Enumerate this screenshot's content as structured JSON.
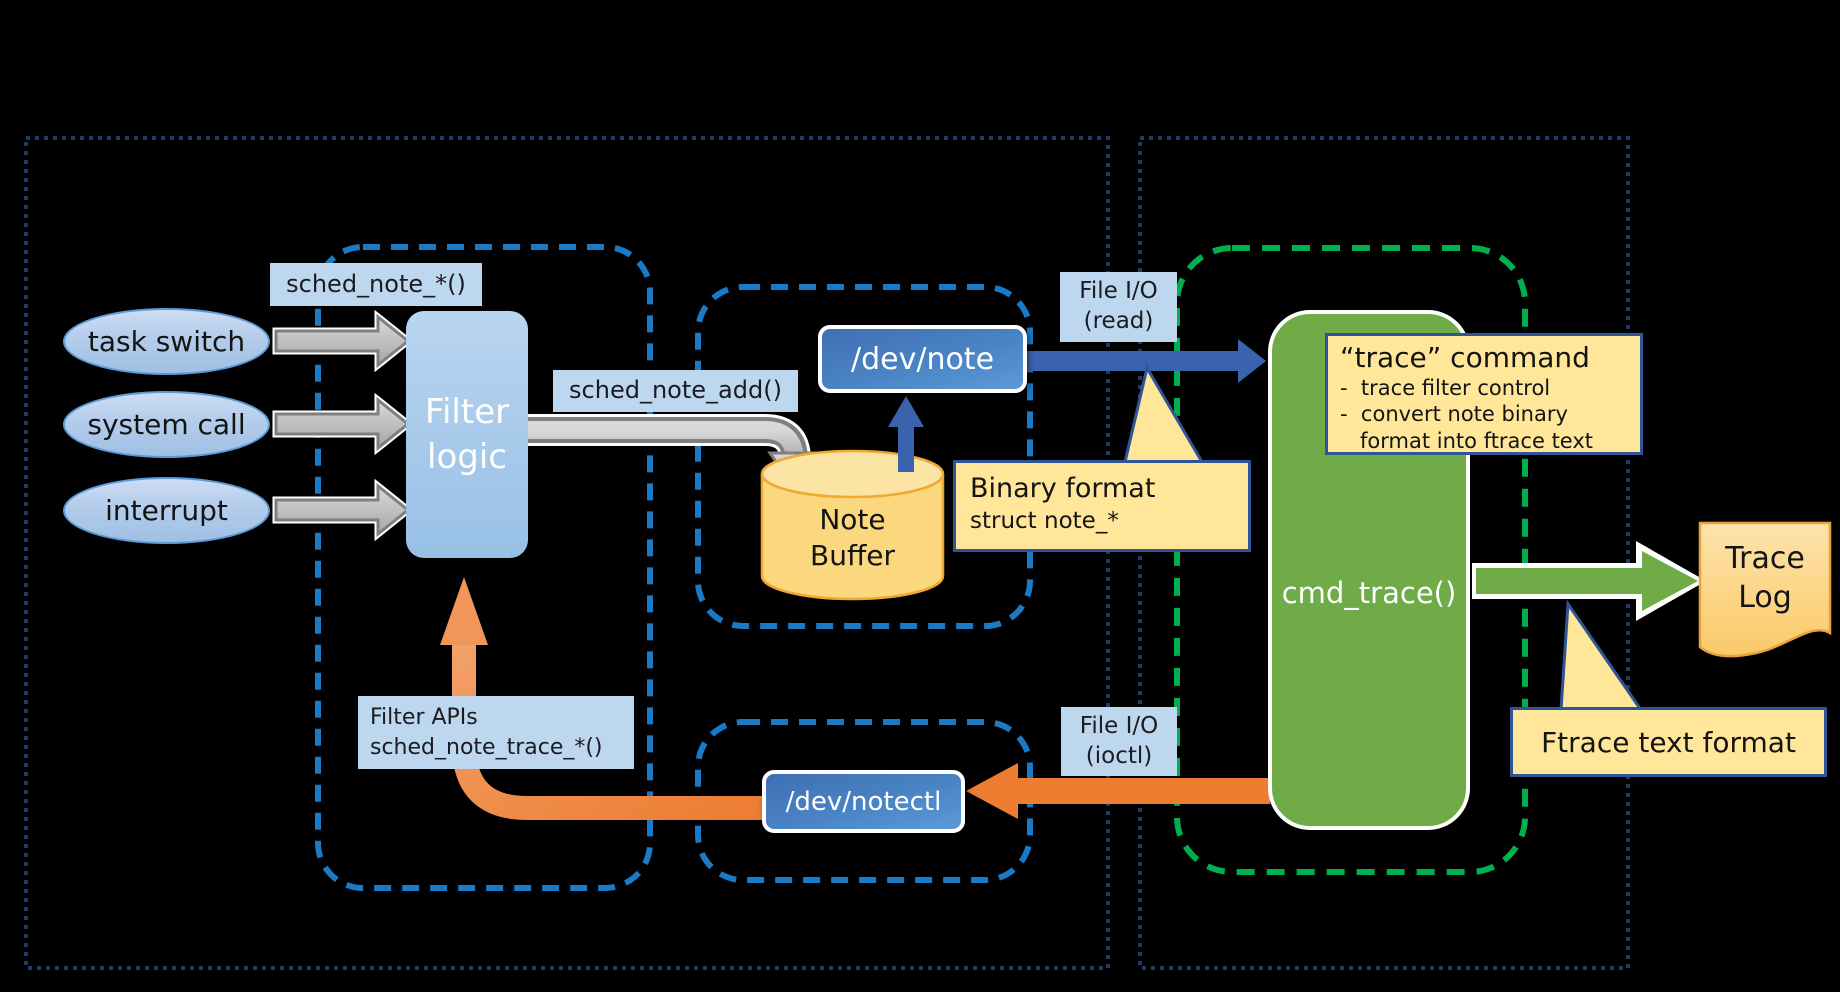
{
  "sources": {
    "items": [
      {
        "label": "task switch"
      },
      {
        "label": "system call"
      },
      {
        "label": "interrupt"
      }
    ]
  },
  "labels": {
    "sched_note": "sched_note_*()",
    "sched_note_add": "sched_note_add()",
    "filter_apis_line1": "Filter APIs",
    "filter_apis_line2": "sched_note_trace_*()",
    "file_io_read_line1": "File I/O",
    "file_io_read_line2": "(read)",
    "file_io_ioctl_line1": "File I/O",
    "file_io_ioctl_line2": "(ioctl)"
  },
  "filter_logic": {
    "line1": "Filter",
    "line2": "logic"
  },
  "devices": {
    "dev_note": "/dev/note",
    "dev_notectl": "/dev/notectl"
  },
  "note_buffer": {
    "line1": "Note",
    "line2": "Buffer"
  },
  "callouts": {
    "binary_format": {
      "title": "Binary format",
      "subtitle": "struct note_*"
    },
    "trace_command": {
      "title": "“trace” command",
      "bullets": [
        "-  trace filter control",
        "-  convert note binary",
        "   format into ftrace text"
      ]
    },
    "ftrace": {
      "text": "Ftrace text format"
    }
  },
  "trace_app": {
    "cmd": "cmd_trace()"
  },
  "trace_log": {
    "line1": "Trace",
    "line2": "Log"
  },
  "colors": {
    "label_blue": "#BDD7EE",
    "box_blue": "#4A83C4",
    "filter_blue": "#A7C9EA",
    "buffer_gold": "#FBD87E",
    "callout_yellow": "#FFE699",
    "callout_border": "#2F5597",
    "green_box": "#6FAC47",
    "green_dash": "#00B050",
    "blue_dash": "#1A7AC5",
    "navy_dot": "#1E3A66",
    "orange_arrow": "#ED7D31",
    "blue_arrow": "#3A63AE",
    "gray_arrow": "#BFBFBF"
  }
}
